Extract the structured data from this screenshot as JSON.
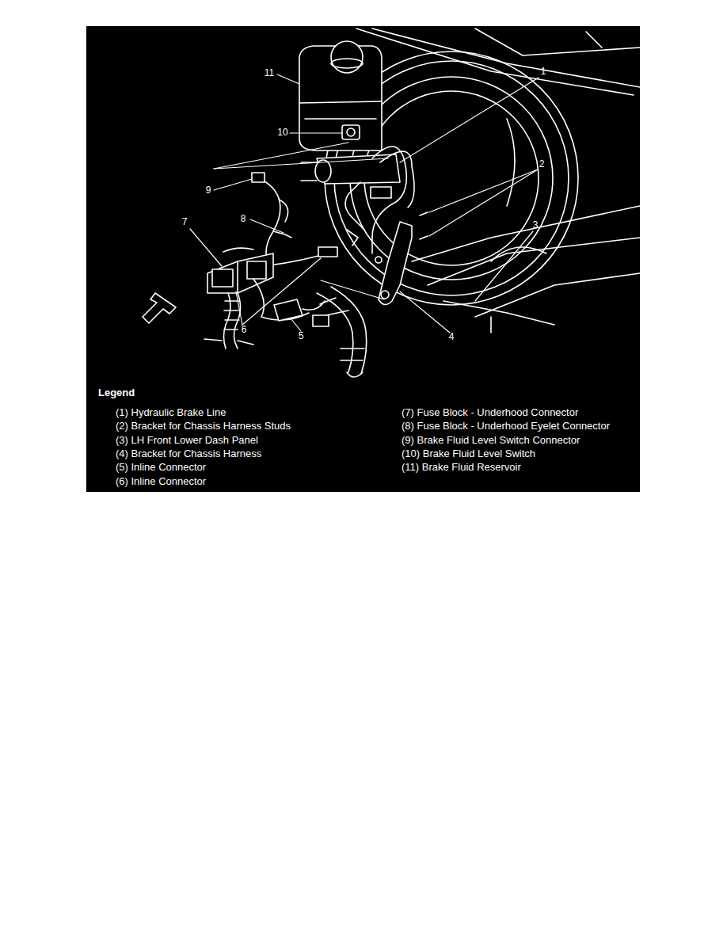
{
  "diagram": {
    "labels": [
      "11",
      "10",
      "1",
      "9",
      "8",
      "7",
      "2",
      "3",
      "6",
      "5",
      "4",
      "Legend"
    ],
    "legend": [
      {
        "text": "(1) Hydraulic Brake Line"
      },
      {
        "text": "(2) Bracket for Chassis Harness Studs"
      },
      {
        "text": "(3) LH Front Lower Dash Panel"
      },
      {
        "text": "(4) Bracket for Chassis Harness"
      },
      {
        "text": "(5) Inline Connector"
      },
      {
        "text": "(6) Inline Connector"
      },
      {
        "text": "(7) Fuse Block - Underhood Connector"
      },
      {
        "text": "(8) Fuse Block - Underhood Eyelet Connector"
      },
      {
        "text": "(9) Brake Fluid Level Switch Connector"
      },
      {
        "text": "(10) Brake Fluid Level Switch"
      },
      {
        "text": "(11) Brake Fluid Reservoir"
      }
    ]
  }
}
